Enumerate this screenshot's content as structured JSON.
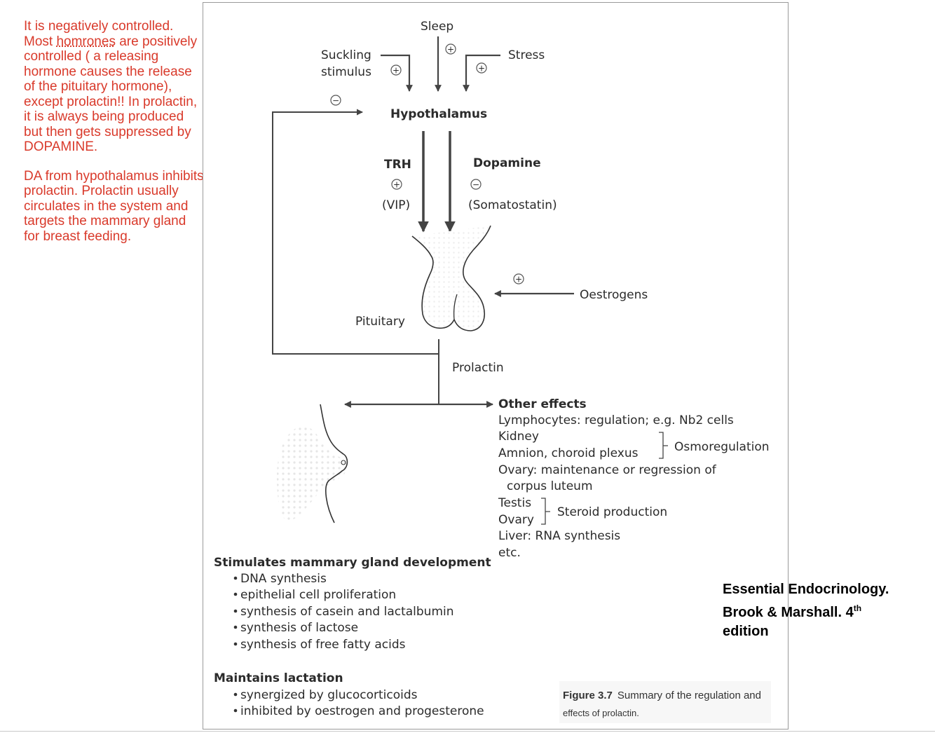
{
  "annotation": {
    "para1_a": "It is negatively controlled. Most ",
    "para1_typo": "homrones",
    "para1_b": " are positively controlled ( a releasing hormone causes the release of the pituitary hormone), except prolactin!! In prolactin, it is always being produced but then gets suppressed by DOPAMINE.",
    "para2": "DA from hypothalamus inhibits prolactin. Prolactin usually circulates in the system and targets the mammary gland for breast feeding."
  },
  "diagram": {
    "sleep": "Sleep",
    "suckling_line1": "Suckling",
    "suckling_line2": "stimulus",
    "stress": "Stress",
    "hypothalamus": "Hypothalamus",
    "trh": "TRH",
    "vip": "(VIP)",
    "dopamine": "Dopamine",
    "somatostatin": "(Somatostatin)",
    "oestrogens": "Oestrogens",
    "pituitary": "Pituitary",
    "prolactin": "Prolactin",
    "plus_sign": "+",
    "minus_sign": "−",
    "other_effects": {
      "heading": "Other effects",
      "lymphocytes": "Lymphocytes: regulation; e.g. Nb2 cells",
      "kidney": "Kidney",
      "amnion": "Amnion, choroid plexus",
      "osmoregulation": "Osmoregulation",
      "ovary_line1": "Ovary: maintenance or regression of",
      "ovary_line2": "corpus luteum",
      "testis": "Testis",
      "ovary": "Ovary",
      "steroid": "Steroid production",
      "liver": "Liver: RNA synthesis",
      "etc": "etc."
    },
    "mammary": {
      "heading": "Stimulates mammary gland development",
      "items": [
        "DNA synthesis",
        "epithelial cell proliferation",
        "synthesis of casein and lactalbumin",
        "synthesis of lactose",
        "synthesis of free fatty acids"
      ]
    },
    "lactation": {
      "heading": "Maintains lactation",
      "items": [
        "synergized by glucocorticoids",
        "inhibited by oestrogen and progesterone"
      ]
    },
    "caption": {
      "label": "Figure 3.7",
      "line1": "Summary of the regulation and",
      "line2": "effects of prolactin."
    }
  },
  "citation": {
    "line1": "Essential Endocrinology.",
    "line2_a": "Brook & Marshall. 4",
    "line2_sup": "th",
    "line3": "edition"
  }
}
